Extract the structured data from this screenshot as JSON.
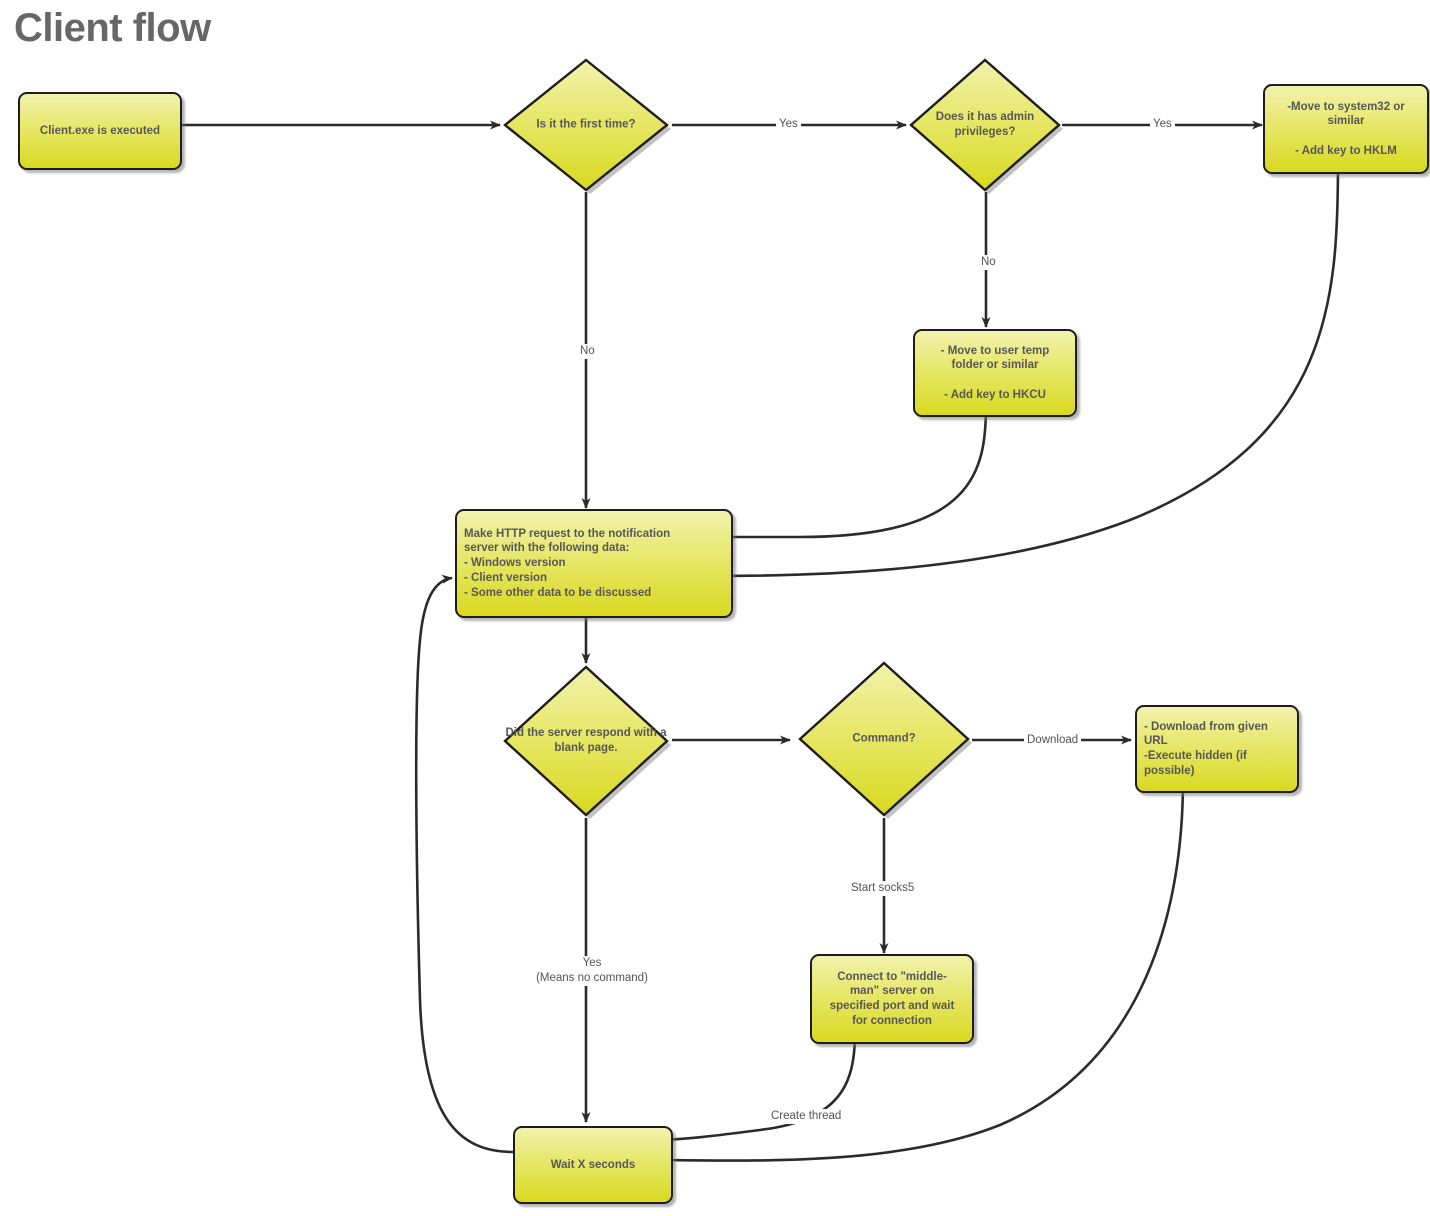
{
  "title": "Client flow",
  "theme": {
    "node_fill_top": "#f2f2ae",
    "node_fill_bottom": "#d9d920",
    "node_border": "#1d1d1d",
    "node_text": "#575757",
    "edge_color": "#2b2b2b",
    "title_color": "#676767",
    "background": "#ffffff"
  },
  "nodes": {
    "start": {
      "label": "Client.exe is executed"
    },
    "first_time": {
      "label": "Is it the first time?"
    },
    "admin": {
      "label": "Does it has admin\nprivileges?"
    },
    "hklm": {
      "label": "-Move to system32 or\nsimilar\n\n- Add key to HKLM"
    },
    "hkcu": {
      "label": "- Move to user temp\nfolder or similar\n\n- Add key to HKCU"
    },
    "http": {
      "label": "Make HTTP request to the notification\nserver with the following data:\n- Windows version\n- Client version\n- Some other data to be discussed"
    },
    "blank_page": {
      "label": "Did the server respond with a\nblank page."
    },
    "command": {
      "label": "Command?"
    },
    "download": {
      "label": "- Download from given\nURL\n-Execute hidden (if\npossible)"
    },
    "middleman": {
      "label": "Connect to \"middle-\nman\" server on\nspecified port and wait\nfor connection"
    },
    "wait": {
      "label": "Wait X seconds"
    }
  },
  "edge_labels": {
    "first_time_yes": "Yes",
    "first_time_no": "No",
    "admin_yes": "Yes",
    "admin_no": "No",
    "command_download": "Download",
    "command_socks5": "Start socks5",
    "blank_page_yes": "Yes\n(Means no command)",
    "middleman_create_thread": "Create thread"
  }
}
